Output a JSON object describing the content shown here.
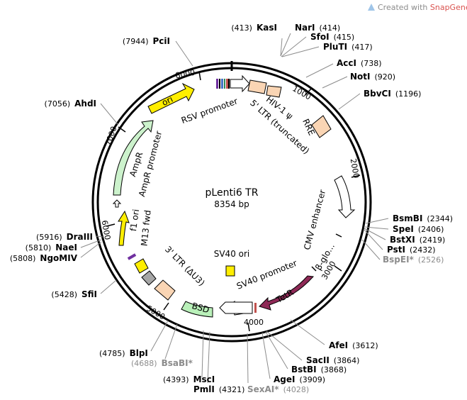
{
  "watermark": {
    "prefix": "Created with ",
    "brand": "SnapGene",
    "reg": "®"
  },
  "plasmid": {
    "name": "pLenti6 TR",
    "size": "8354 bp"
  },
  "ruler": [
    "1000",
    "2000",
    "3000",
    "4000",
    "5000",
    "6000",
    "7000",
    "8000"
  ],
  "sites": [
    {
      "name": "KasI",
      "pos": "(413)"
    },
    {
      "name": "NarI",
      "pos": "(414)"
    },
    {
      "name": "SfoI",
      "pos": "(415)"
    },
    {
      "name": "PluTI",
      "pos": "(417)"
    },
    {
      "name": "AccI",
      "pos": "(738)"
    },
    {
      "name": "NotI",
      "pos": "(920)"
    },
    {
      "name": "BbvCI",
      "pos": "(1196)"
    },
    {
      "name": "BsmBI",
      "pos": "(2344)"
    },
    {
      "name": "SpeI",
      "pos": "(2406)"
    },
    {
      "name": "BstXI",
      "pos": "(2419)"
    },
    {
      "name": "PstI",
      "pos": "(2432)"
    },
    {
      "name": "BspEI*",
      "pos": "(2526)"
    },
    {
      "name": "AfeI",
      "pos": "(3612)"
    },
    {
      "name": "SacII",
      "pos": "(3864)"
    },
    {
      "name": "BstBI",
      "pos": "(3868)"
    },
    {
      "name": "AgeI",
      "pos": "(3909)"
    },
    {
      "name": "SexAI*",
      "pos": "(4028)"
    },
    {
      "name": "PmlI",
      "pos": "(4321)"
    },
    {
      "name": "MscI",
      "pos": "(4393)"
    },
    {
      "name": "BsaBI*",
      "pos": "(4688)"
    },
    {
      "name": "BlpI",
      "pos": "(4785)"
    },
    {
      "name": "SfiI",
      "pos": "(5428)"
    },
    {
      "name": "NgoMIV",
      "pos": "(5808)"
    },
    {
      "name": "NaeI",
      "pos": "(5810)"
    },
    {
      "name": "DraIII",
      "pos": "(5916)"
    },
    {
      "name": "AhdI",
      "pos": "(7056)"
    },
    {
      "name": "PciI",
      "pos": "(7944)"
    }
  ],
  "features": {
    "rsv_promoter": "RSV promoter",
    "hiv_psi": "HIV-1 ψ",
    "ltr5": "5' LTR (truncated)",
    "rre": "RRE",
    "cmv_enhancer": "CMV enhancer",
    "beta_glo": "β-glo...",
    "tetr": "TetR",
    "sv40_promoter": "SV40 promoter",
    "sv40_ori": "SV40 ori",
    "bsd": "BSD",
    "ltr3": "3' LTR (ΔU3)",
    "f1_ori": "f1 ori",
    "m13_fwd": "M13 fwd",
    "ampr_promoter": "AmpR promoter",
    "ampr": "AmpR",
    "ori": "ori"
  },
  "colors": {
    "backbone": "#000000",
    "ori": "#ffee00",
    "ampr": "#ccf2cc",
    "tetr": "#8e2956",
    "ltr": "#fad5b4",
    "bsd": "#b9f0b9",
    "grey_box": "#a6a6a6",
    "purple": "#7030a0",
    "site_grey": "#8c8c8c"
  }
}
